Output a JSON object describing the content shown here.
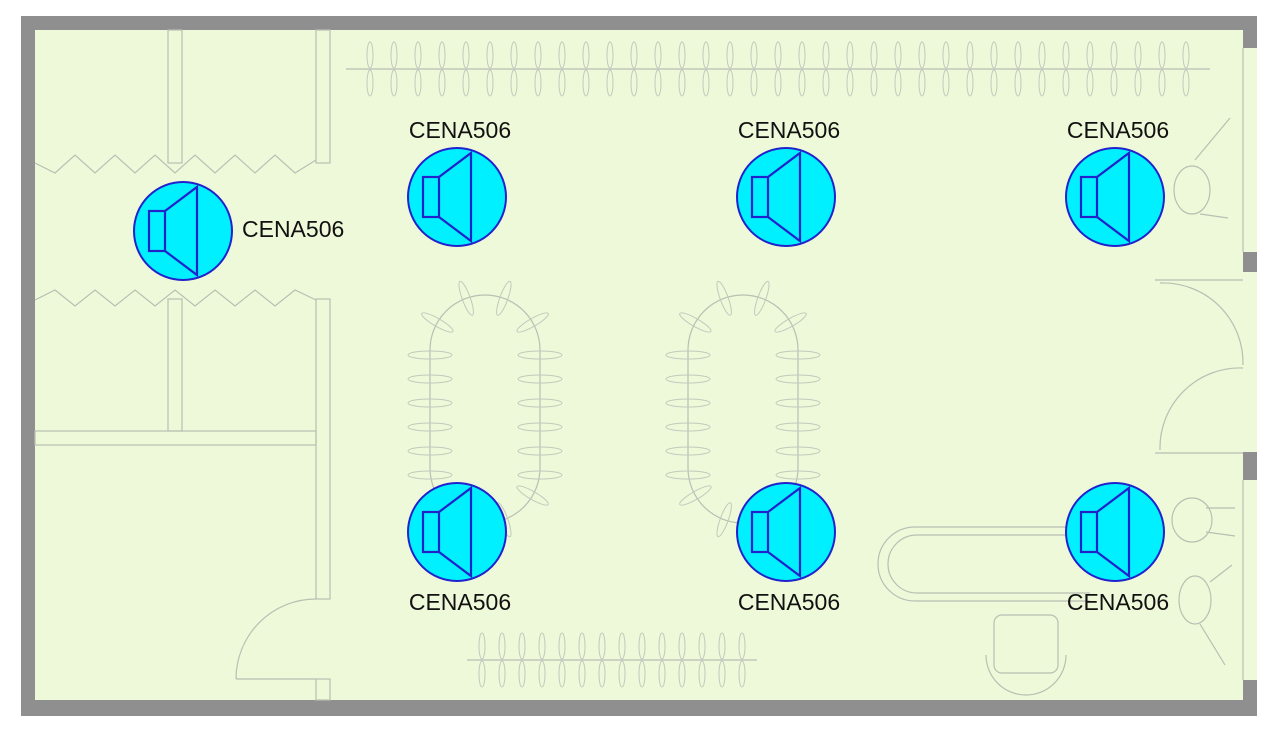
{
  "colors": {
    "wall": "#8f8f8f",
    "floor": "#eef9d9",
    "speaker_fill": "#00f0ff",
    "speaker_stroke": "#2222cc",
    "fixture_line": "#b9bfb3"
  },
  "speakers": [
    {
      "label": "CENA506"
    },
    {
      "label": "CENA506"
    },
    {
      "label": "CENA506"
    },
    {
      "label": "CENA506"
    },
    {
      "label": "CENA506"
    },
    {
      "label": "CENA506"
    },
    {
      "label": "CENA506"
    }
  ]
}
